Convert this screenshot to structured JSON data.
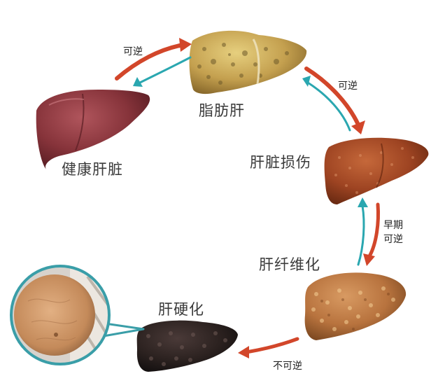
{
  "stages": {
    "healthy": "健康肝脏",
    "fatty": "脂肪肝",
    "damage": "肝脏损伤",
    "fibrosis": "肝纤维化",
    "cirrhosis": "肝硬化"
  },
  "arrows": {
    "healthy_fatty": "可逆",
    "fatty_damage": "可逆",
    "damage_fibrosis_line1": "早期",
    "damage_fibrosis_line2": "可逆",
    "fibrosis_cirrhosis": "不可逆"
  },
  "colors": {
    "forward_arrow": "#d2462a",
    "reverse_arrow": "#2aa7b0",
    "callout_ring": "#3a9ea8"
  }
}
